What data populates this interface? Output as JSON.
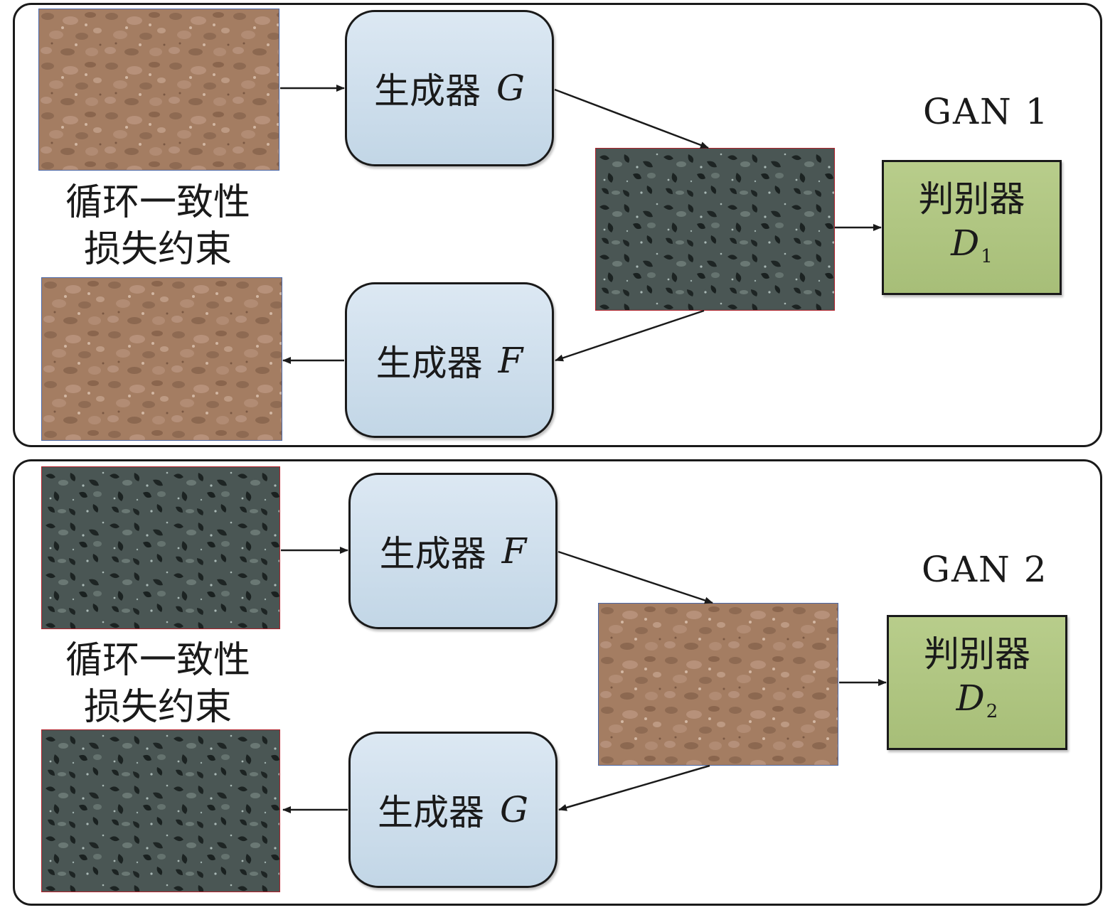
{
  "panels": [
    {
      "gan_label": "GAN 1",
      "generator_top": {
        "prefix": "生成器",
        "symbol": "G"
      },
      "generator_bottom": {
        "prefix": "生成器",
        "symbol": "F"
      },
      "discriminator": {
        "label": "判别器",
        "symbol": "D",
        "subscript": "1"
      },
      "note_line1": "循环一致性",
      "note_line2": "损失约束",
      "textures": {
        "input": "brown",
        "translated": "dark",
        "reconstructed": "brown"
      }
    },
    {
      "gan_label": "GAN 2",
      "generator_top": {
        "prefix": "生成器",
        "symbol": "F"
      },
      "generator_bottom": {
        "prefix": "生成器",
        "symbol": "G"
      },
      "discriminator": {
        "label": "判别器",
        "symbol": "D",
        "subscript": "2"
      },
      "note_line1": "循环一致性",
      "note_line2": "损失约束",
      "textures": {
        "input": "dark",
        "translated": "brown",
        "reconstructed": "dark"
      }
    }
  ],
  "colors": {
    "brown_texture": "#a47d62",
    "dark_texture": "#3f4b4a",
    "generator_fill": "#c8dae9",
    "discriminator_fill": "#adc37f",
    "brown_border": "#4a68a8",
    "dark_border": "#b3202a"
  }
}
